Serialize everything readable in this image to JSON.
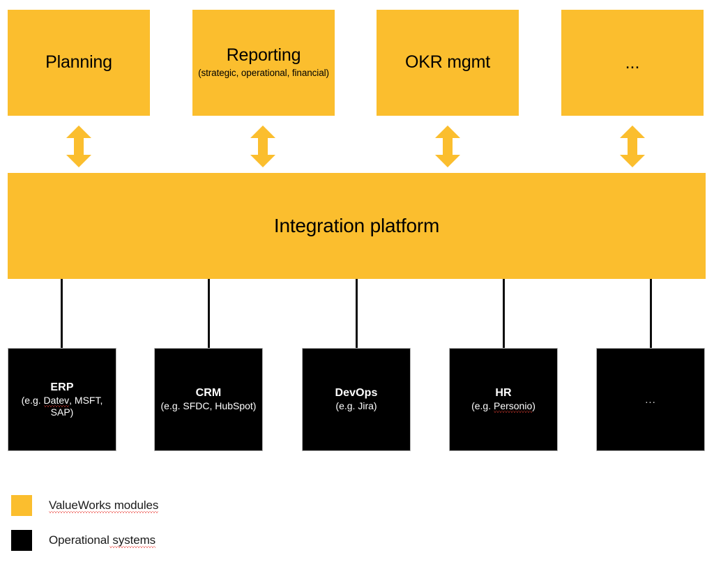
{
  "colors": {
    "module_yellow": "#FBBE2E",
    "system_black": "#000000",
    "background": "#FFFFFF",
    "connector": "#0D0D0D",
    "spellcheck_underline": "#E8322A"
  },
  "modules": [
    {
      "title": "Planning",
      "subtitle": ""
    },
    {
      "title": "Reporting",
      "subtitle": "(strategic, operational, financial)"
    },
    {
      "title": "OKR mgmt",
      "subtitle": ""
    },
    {
      "title": "...",
      "subtitle": ""
    }
  ],
  "platform": {
    "label": "Integration platform"
  },
  "systems": [
    {
      "title": "ERP",
      "subtitle_pre": "(e.g. ",
      "subtitle_flag": "Datev",
      "subtitle_post": ", MSFT, SAP)"
    },
    {
      "title": "CRM",
      "subtitle_pre": "(e.g. ",
      "subtitle_flag": "",
      "subtitle_post": "SFDC, HubSpot)"
    },
    {
      "title": "DevOps",
      "subtitle_pre": "(e.g. ",
      "subtitle_flag": "",
      "subtitle_post": "Jira)"
    },
    {
      "title": "HR",
      "subtitle_pre": "(e.g. ",
      "subtitle_flag": "Personio",
      "subtitle_post": ")"
    },
    {
      "title": "...",
      "subtitle_pre": "",
      "subtitle_flag": "",
      "subtitle_post": ""
    }
  ],
  "legend": {
    "items": [
      {
        "label_flag": "ValueWorks",
        "label_rest": " modules",
        "swatch": "yellow"
      },
      {
        "label_flag": "Operational",
        "label_rest": " systems",
        "swatch": "black"
      }
    ],
    "modules_label": "ValueWorks modules",
    "systems_label": "Operational systems"
  },
  "arrows": {
    "icon": "double-headed-vertical-arrow",
    "count": 4
  },
  "connectors": {
    "icon": "vertical-line",
    "count": 5
  }
}
